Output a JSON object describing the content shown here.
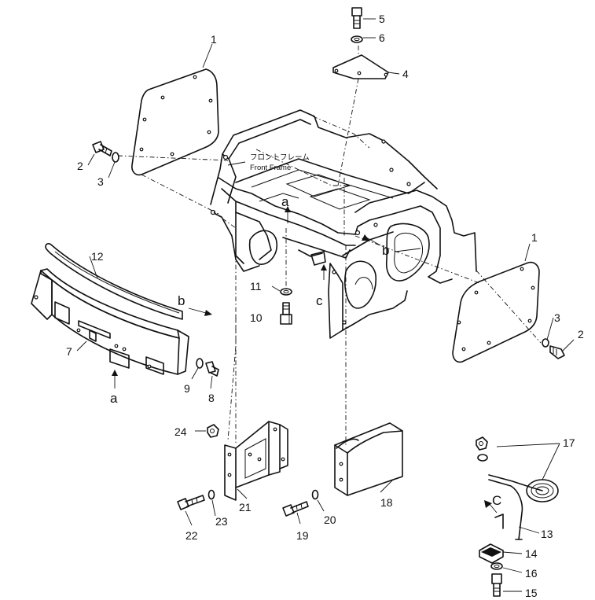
{
  "front_frame_label": {
    "japanese": "フロントフレーム",
    "english": "Front Frame"
  },
  "callouts": [
    {
      "id": "p1a",
      "text": "1"
    },
    {
      "id": "p1b",
      "text": "1"
    },
    {
      "id": "p2a",
      "text": "2"
    },
    {
      "id": "p2b",
      "text": "2"
    },
    {
      "id": "p3a",
      "text": "3"
    },
    {
      "id": "p3b",
      "text": "3"
    },
    {
      "id": "p4",
      "text": "4"
    },
    {
      "id": "p5",
      "text": "5"
    },
    {
      "id": "p6",
      "text": "6"
    },
    {
      "id": "p7",
      "text": "7"
    },
    {
      "id": "p8",
      "text": "8"
    },
    {
      "id": "p9",
      "text": "9"
    },
    {
      "id": "p10",
      "text": "10"
    },
    {
      "id": "p11",
      "text": "11"
    },
    {
      "id": "p12",
      "text": "12"
    },
    {
      "id": "p13",
      "text": "13"
    },
    {
      "id": "p14",
      "text": "14"
    },
    {
      "id": "p15",
      "text": "15"
    },
    {
      "id": "p16",
      "text": "16"
    },
    {
      "id": "p17",
      "text": "17"
    },
    {
      "id": "p18",
      "text": "18"
    },
    {
      "id": "p19",
      "text": "19"
    },
    {
      "id": "p20",
      "text": "20"
    },
    {
      "id": "p21",
      "text": "21"
    },
    {
      "id": "p22",
      "text": "22"
    },
    {
      "id": "p23",
      "text": "23"
    },
    {
      "id": "p24",
      "text": "24"
    }
  ],
  "reference_letters": [
    {
      "id": "a_frame",
      "text": "a"
    },
    {
      "id": "a_cover",
      "text": "a"
    },
    {
      "id": "b_frame",
      "text": "b"
    },
    {
      "id": "b_cover",
      "text": "b"
    },
    {
      "id": "c_frame",
      "text": "c"
    },
    {
      "id": "c_cable",
      "text": "C"
    }
  ]
}
